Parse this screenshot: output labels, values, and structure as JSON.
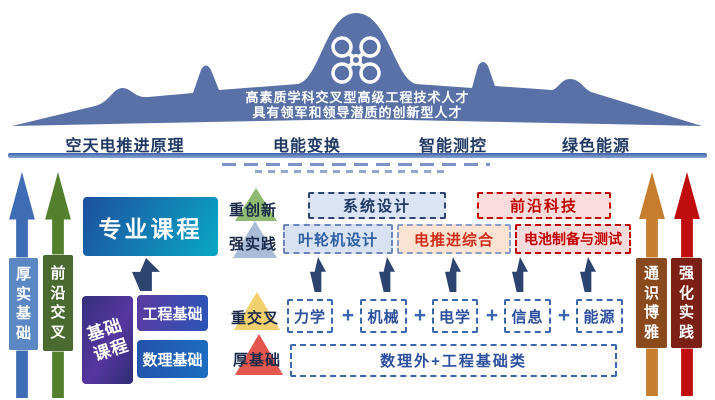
{
  "plane": {
    "icon": "drone-quadcopter-icon",
    "talent_line1": "高素质学科交叉型高级工程技术人才",
    "talent_line2": "具有领军和领导潜质的创新型人才",
    "color": "#5a71a8"
  },
  "pillars": [
    "空天电推进原理",
    "电能变换",
    "智能测控",
    "绿色能源"
  ],
  "left_arrows": [
    {
      "label": "厚实基础",
      "arrow_color": "#3f6db5",
      "box_color": "#5b87c5"
    },
    {
      "label": "前沿交叉",
      "arrow_color": "#54802e",
      "box_color": "#4a6b2f"
    }
  ],
  "right_arrows": [
    {
      "label": "通识博雅",
      "arrow_color": "#c67e2e",
      "box_color": "#8a4a1e"
    },
    {
      "label": "强化实践",
      "arrow_color": "#c00d0d",
      "box_color": "#7c1f15"
    }
  ],
  "courses": {
    "major": "专业课程",
    "basic": {
      "line1": "基础",
      "line2": "课程"
    },
    "engineering": "工程基础",
    "math": "数理基础"
  },
  "traits": [
    {
      "label": "重创新",
      "color": "#8fbb70"
    },
    {
      "label": "强实践",
      "color": "#a9bdd9"
    },
    {
      "label": "重交叉",
      "color": "#f2d06e"
    },
    {
      "label": "厚基础",
      "color": "#e4574d"
    }
  ],
  "modules": {
    "top": [
      {
        "label": "系统设计"
      },
      {
        "label": "前沿科技"
      }
    ],
    "mid": [
      {
        "label": "叶轮机设计"
      },
      {
        "label": "电推进综合"
      },
      {
        "label": "电池制备与测试"
      }
    ]
  },
  "subjects": [
    "力学",
    "机械",
    "电学",
    "信息",
    "能源"
  ],
  "plus": "+",
  "foundation": "数理外+工程基础类",
  "colors": {
    "divider": "#3e64a8",
    "navy_arrow": "#2e4470",
    "major_gradient": [
      "#1d4f9e",
      "#09a8c6"
    ],
    "basic_gradient": [
      "#35307c",
      "#5636a0"
    ]
  }
}
